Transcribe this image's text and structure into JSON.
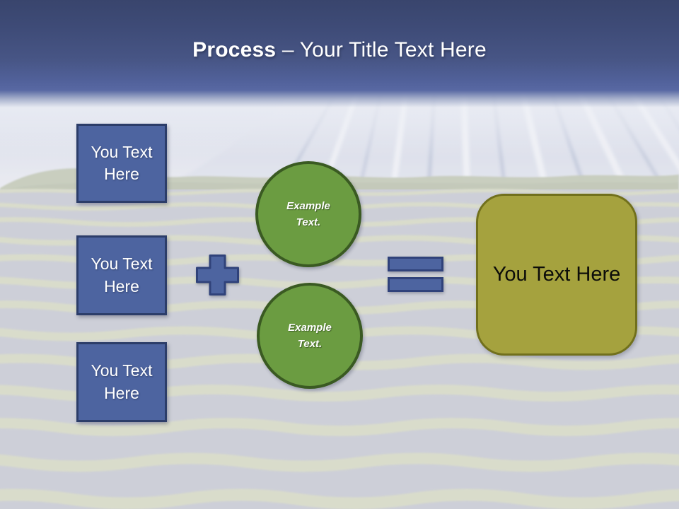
{
  "slide": {
    "title": {
      "emphasis": "Process",
      "rest": " – Your Title Text Here"
    },
    "left_boxes": [
      {
        "label": "You Text Here"
      },
      {
        "label": "You Text Here"
      },
      {
        "label": "You Text Here"
      }
    ],
    "operators": {
      "plus": "plus-sign",
      "equals": "equals-sign"
    },
    "circles": [
      {
        "label": "Example Text."
      },
      {
        "label": "Example Text."
      }
    ],
    "result_box": {
      "label": "You Text Here"
    },
    "palette": {
      "header_top": "#39456d",
      "header_bottom": "#5868a3",
      "box_blue": "#4d64a0",
      "box_blue_border": "#2c3d69",
      "circle_green": "#6b9c41",
      "circle_green_border": "#3a5a22",
      "result_olive": "#a5a23e",
      "result_olive_border": "#71701c",
      "title_text": "#ffffff",
      "background_base": "#c7cad3",
      "field_stripe": "#d9dcc2"
    },
    "background_description": "faded photo of Mount Fuji above rows of tea fields"
  }
}
